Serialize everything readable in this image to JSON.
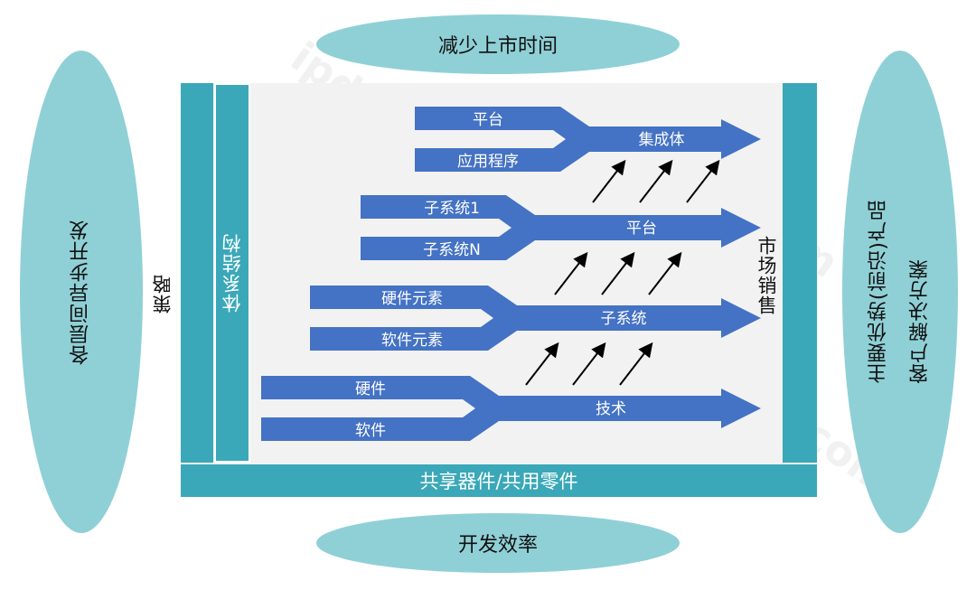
{
  "ellipses": {
    "top": "减少上市时间",
    "bottom": "开发效率",
    "left": "各层间异步开发",
    "right_line1": "主要优势(前沿)产品",
    "right_line2": "客户解决方案"
  },
  "frame": {
    "strategy": "策略",
    "architecture": "体系结构",
    "market_sales": "市场销售",
    "shared_parts": "共享器件/共用零件"
  },
  "flows": [
    {
      "inputs": [
        "平台",
        "应用程序"
      ],
      "output": "集成体"
    },
    {
      "inputs": [
        "子系统1",
        "子系统N"
      ],
      "output": "平台"
    },
    {
      "inputs": [
        "硬件元素",
        "软件元素"
      ],
      "output": "子系统"
    },
    {
      "inputs": [
        "硬件",
        "软件"
      ],
      "output": "技术"
    }
  ],
  "watermark": "ipdwiki.com",
  "colors": {
    "ellipse": "#8fd0d6",
    "teal": "#3aa8b8",
    "arrow": "#4472c4",
    "frame_bg": "#f2f2f2"
  }
}
